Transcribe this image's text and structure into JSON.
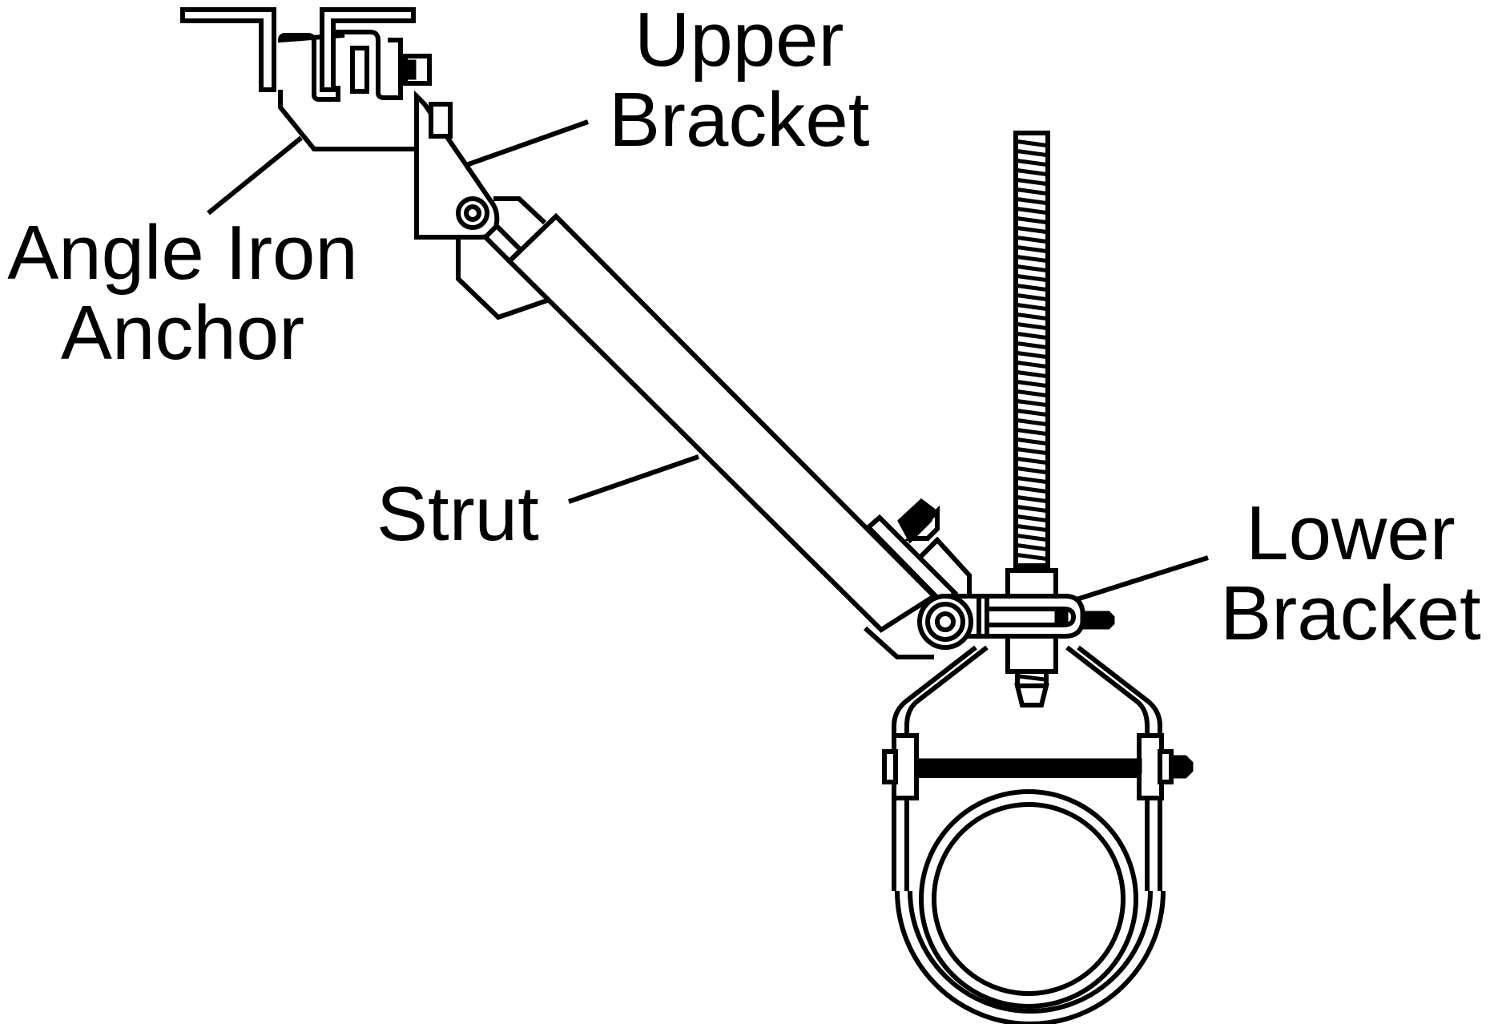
{
  "labels": {
    "upper_bracket": [
      "Upper",
      "Bracket"
    ],
    "angle_iron_anchor": [
      "Angle Iron",
      "Anchor"
    ],
    "strut": [
      "Strut"
    ],
    "lower_bracket": [
      "Lower",
      "Bracket"
    ]
  }
}
